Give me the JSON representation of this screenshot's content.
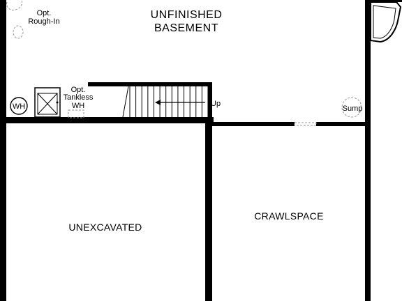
{
  "rooms": {
    "unfinished_basement_line1": "UNFINISHED",
    "unfinished_basement_line2": "BASEMENT",
    "unexcavated": "UNEXCAVATED",
    "crawlspace": "CRAWLSPACE"
  },
  "fixtures": {
    "opt_roughin_line1": "Opt.",
    "opt_roughin_line2": "Rough-In",
    "water_heater": "WH",
    "opt_tankless_line1": "Opt.",
    "opt_tankless_line2": "Tankless",
    "opt_tankless_line3": "WH",
    "stairs_direction": "Up",
    "sump": "Sump"
  },
  "icons": {
    "stair_arrow": "arrow-left-icon",
    "furnace": "furnace-icon",
    "water_heater": "water-heater-circle-icon",
    "sump": "sump-pit-icon",
    "toilet": "toilet-roughin-icon",
    "bay": "bay-window-icon"
  },
  "colors": {
    "wall": "#000000",
    "background": "#ffffff",
    "dashed": "#9a9a9a"
  }
}
